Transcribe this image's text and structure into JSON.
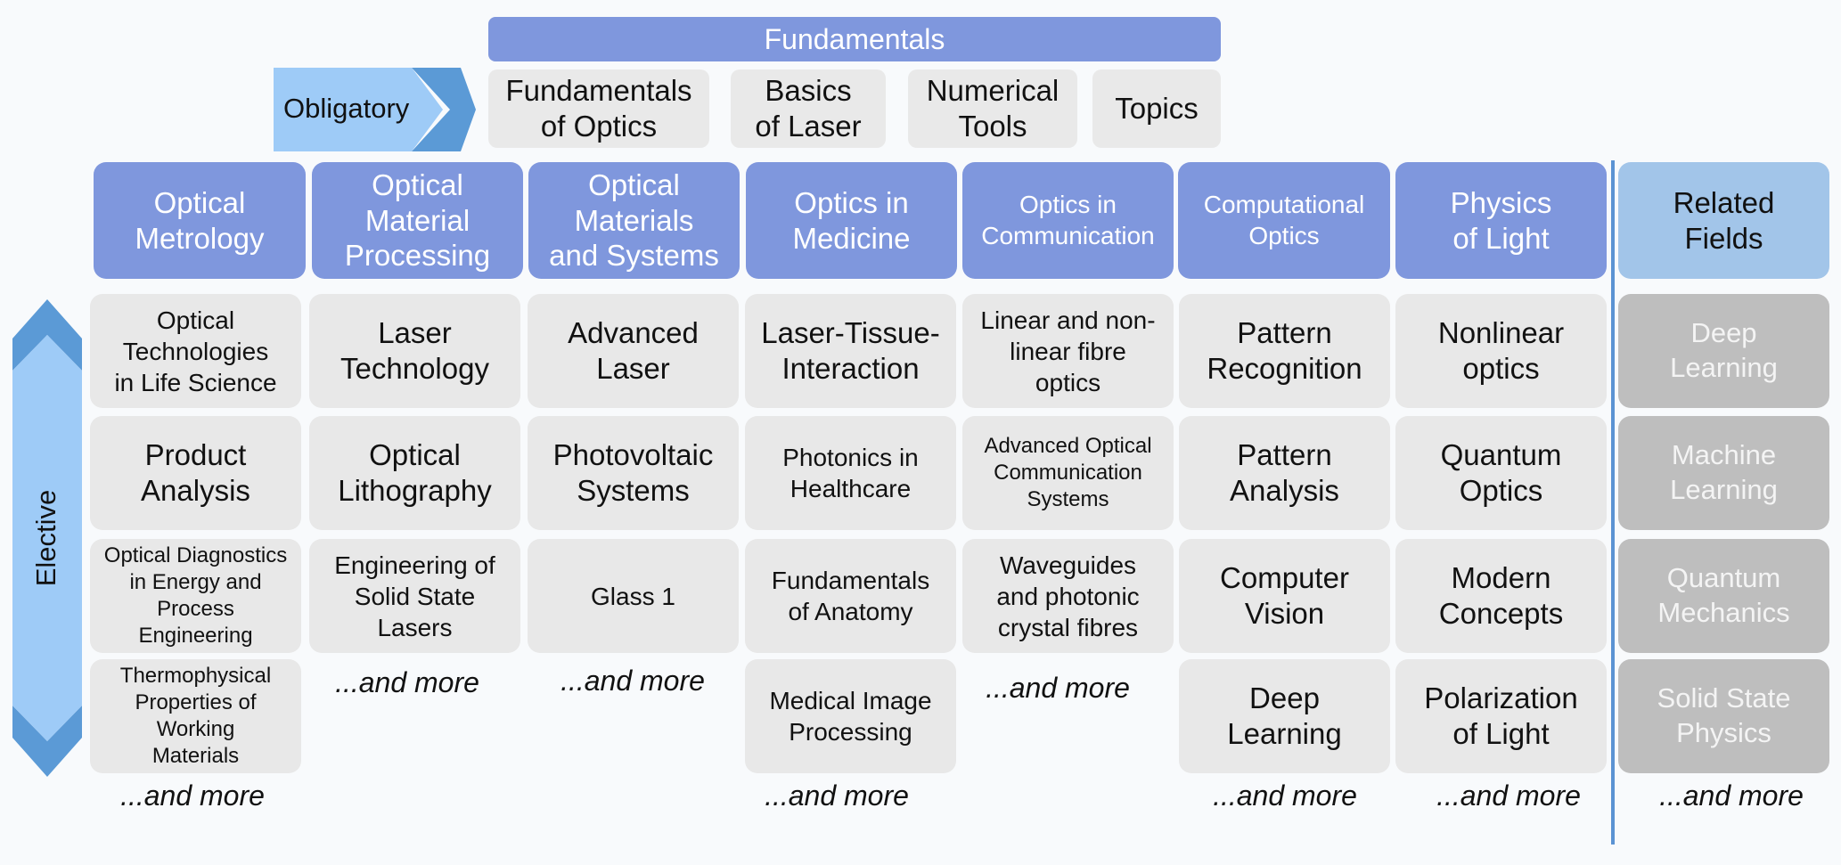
{
  "fundamentals": {
    "title": "Fundamentals",
    "obligatory_label": "Obligatory",
    "boxes": [
      "Fundamentals\nof Optics",
      "Basics\nof Laser",
      "Numerical\nTools",
      "Topics"
    ]
  },
  "elective_label": "Elective",
  "columns": [
    {
      "header": "Optical\nMetrology",
      "courses": [
        "Optical\nTechnologies\nin Life Science",
        "Product\nAnalysis",
        "Optical Diagnostics\nin Energy and\nProcess\nEngineering",
        "Thermophysical\nProperties of\nWorking\nMaterials"
      ],
      "more": "...and more"
    },
    {
      "header": "Optical\nMaterial\nProcessing",
      "courses": [
        "Laser\nTechnology",
        "Optical\nLithography",
        "Engineering of\nSolid State\nLasers"
      ],
      "more": "...and more"
    },
    {
      "header": "Optical\nMaterials\nand Systems",
      "courses": [
        "Advanced\nLaser",
        "Photovoltaic\nSystems",
        "Glass 1"
      ],
      "more": "...and more"
    },
    {
      "header": "Optics in\nMedicine",
      "courses": [
        "Laser-Tissue-\nInteraction",
        "Photonics in\nHealthcare",
        "Fundamentals\nof Anatomy",
        "Medical Image\nProcessing"
      ],
      "more": "...and more"
    },
    {
      "header": "Optics in\nCommunication",
      "courses": [
        "Linear and non-\nlinear fibre\noptics",
        "Advanced Optical\nCommunication\nSystems",
        "Waveguides\nand photonic\ncrystal fibres"
      ],
      "more": "...and more"
    },
    {
      "header": "Computational\nOptics",
      "courses": [
        "Pattern\nRecognition",
        "Pattern\nAnalysis",
        "Computer\nVision",
        "Deep\nLearning"
      ],
      "more": "...and more"
    },
    {
      "header": "Physics\nof Light",
      "courses": [
        "Nonlinear\noptics",
        "Quantum\nOptics",
        "Modern\nConcepts",
        "Polarization\nof Light"
      ],
      "more": "...and more"
    }
  ],
  "related": {
    "header": "Related\nFields",
    "fields": [
      "Deep\nLearning",
      "Machine\nLearning",
      "Quantum\nMechanics",
      "Solid State\nPhysics"
    ],
    "more": "...and more"
  },
  "colors": {
    "header_fill": "#7f97dd",
    "related_header_fill": "#a2c5e9",
    "course_fill": "#e8e8e8",
    "related_field_fill": "#bebebe",
    "arrow_light": "#9ecbf7",
    "arrow_dark": "#5b9ad6",
    "divider": "#5b93d3"
  }
}
